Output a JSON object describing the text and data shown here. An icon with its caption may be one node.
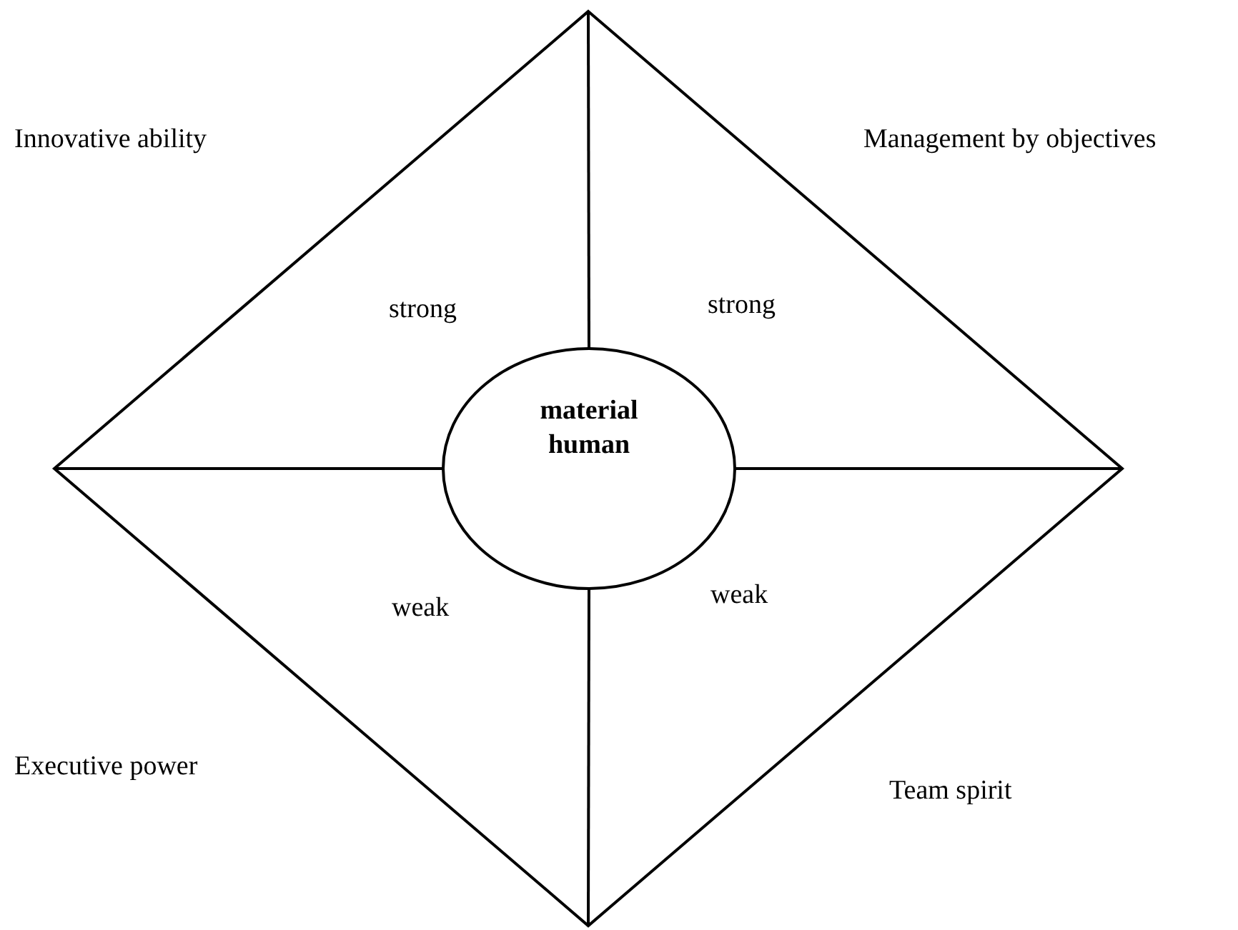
{
  "diagram": {
    "nodes": [
      {
        "text": [],
        "shape": "diamond"
      },
      {
        "text": [
          "material human"
        ],
        "in": 0
      }
    ],
    "edges": [
      {
        "from": 1,
        "to": 0,
        "arrow": "none"
      },
      {
        "from": 1,
        "to": 0,
        "arrow": "none"
      },
      {
        "from": 1,
        "to": 0,
        "arrow": "none"
      },
      {
        "from": 1,
        "to": 0,
        "arrow": "none"
      }
    ],
    "labels": [
      "Innovative ability",
      "Management by objectives",
      "strong",
      "strong",
      "weak",
      "weak",
      "Executive power",
      "Team spirit"
    ]
  }
}
